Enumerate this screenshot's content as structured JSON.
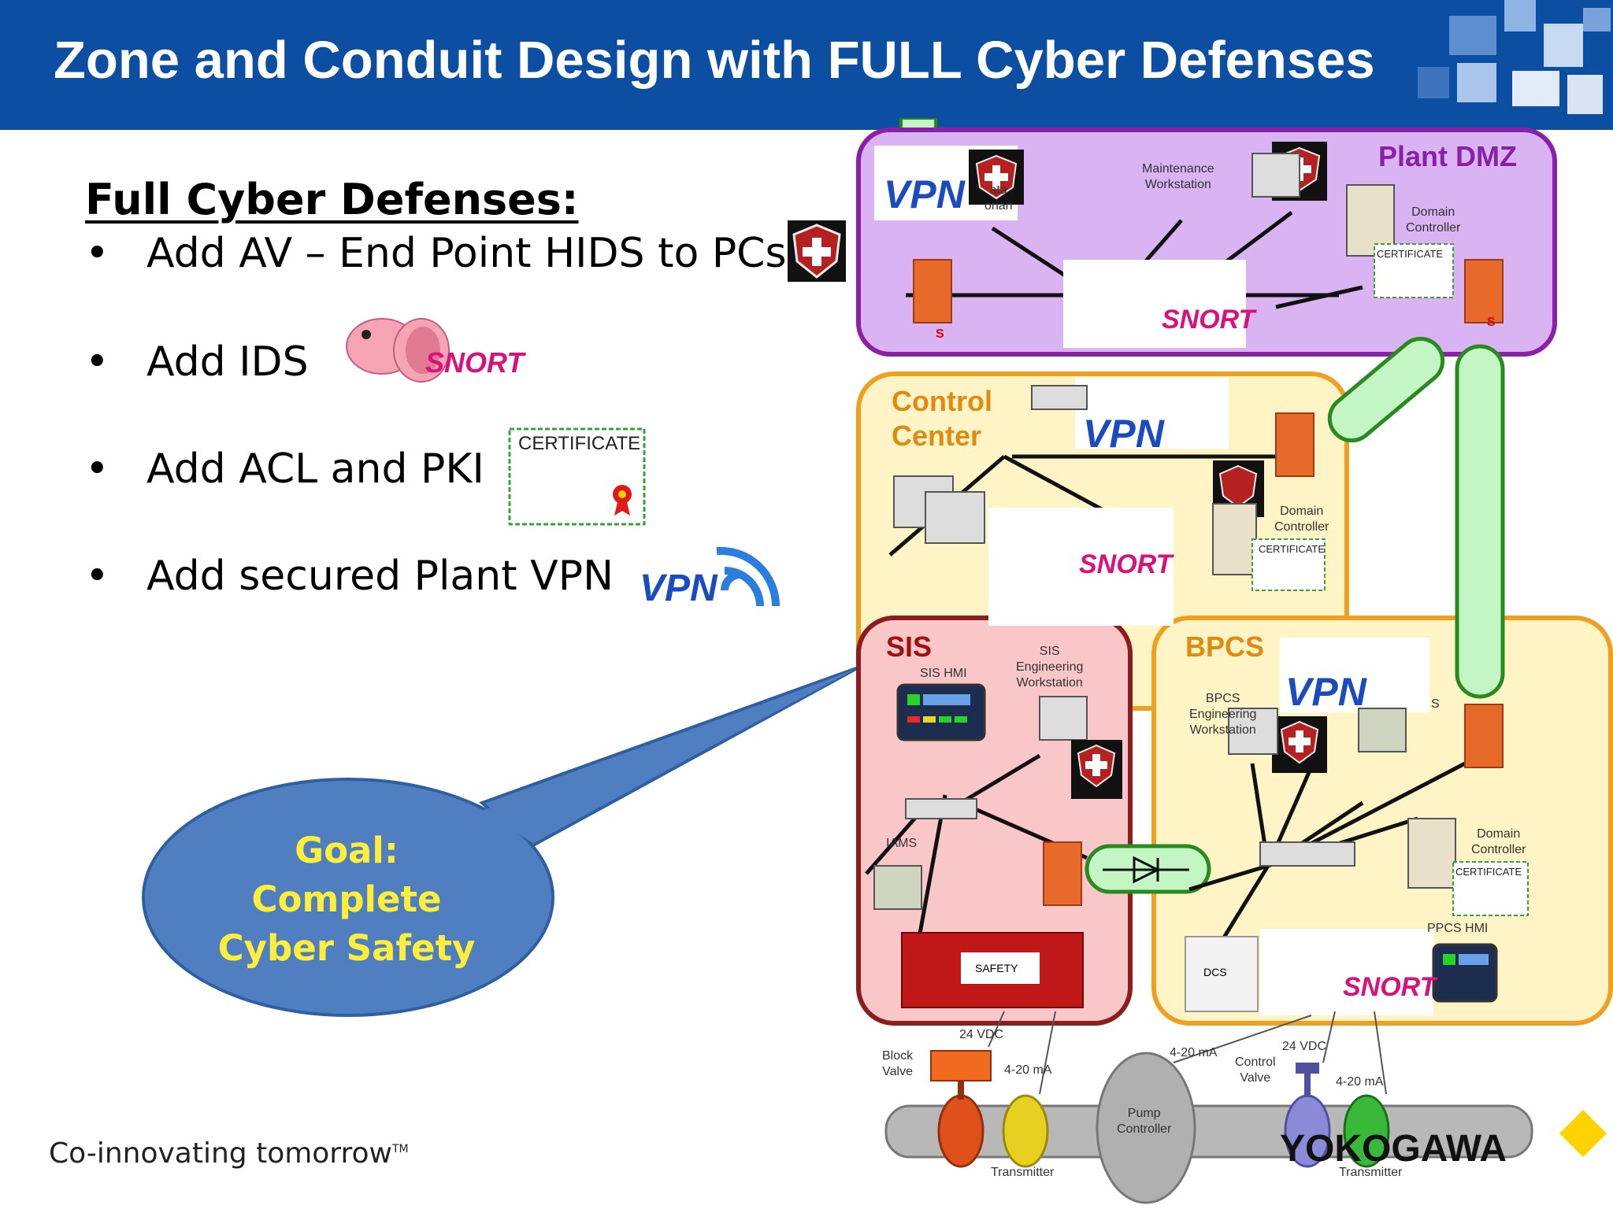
{
  "slide": {
    "title": "Zone and Conduit Design with FULL Cyber Defenses",
    "heading": "Full Cyber Defenses:",
    "bullets": [
      {
        "bullet": "•",
        "text": "Add AV – End Point HIDS to PCs"
      },
      {
        "bullet": "•",
        "text": "Add IDS"
      },
      {
        "bullet": "•",
        "text": "Add ACL and PKI"
      },
      {
        "bullet": "•",
        "text": "Add secured Plant VPN"
      }
    ],
    "goal_lines": [
      "Goal:",
      "Complete",
      "Cyber Safety"
    ],
    "footer_slogan": "Co-innovating tomorrow",
    "footer_tm": "TM",
    "logo_text": "YOKOGAWA"
  },
  "icons": {
    "certificate_label": "CERTIFICATE",
    "vpn_label": "VPN",
    "snort_label": "SNORT",
    "switch_badge": "S"
  },
  "colors": {
    "title_bar": "#0b4ea2",
    "dmz_fill": "#d9b3f2",
    "dmz_border": "#8a1fa8",
    "control_fill": "#fff4c6",
    "control_border": "#f0a020",
    "sis_fill": "#f9c7c7",
    "sis_border": "#8b1d1d",
    "bpcs_fill": "#fff4c6",
    "bpcs_border": "#f0a020",
    "conduit": "#c4f5c4",
    "conduit_border": "#2a8a1f",
    "bubble": "#4f7fc0",
    "goal_text": "#ffef3a"
  },
  "diagram": {
    "plant_dmz": {
      "title": "Plant DMZ",
      "labels": [
        "Maintenance",
        "Workstation",
        "Domain",
        "Controller",
        "ata",
        "orian"
      ]
    },
    "control_center": {
      "title_lines": [
        "Control",
        "Center"
      ],
      "labels": [
        "Domain",
        "Controller"
      ]
    },
    "sis": {
      "title": "SIS",
      "labels": [
        "SIS HMI",
        "SIS",
        "Engineering",
        "Workstation",
        "IAMS",
        "SAFETY"
      ]
    },
    "bpcs": {
      "title": "BPCS",
      "labels": [
        "BPCS",
        "Engineering",
        "Workstation",
        "Domain",
        "Controller",
        "PPCS HMI",
        "DCS",
        "S"
      ]
    },
    "field": {
      "labels": [
        "24 VDC",
        "Block",
        "Valve",
        "4-20 mA",
        "4-20 mA",
        "24 VDC",
        "Control",
        "Valve",
        "4-20 mA",
        "Pump",
        "Controller",
        "Transmitter",
        "Transmitter"
      ]
    }
  }
}
